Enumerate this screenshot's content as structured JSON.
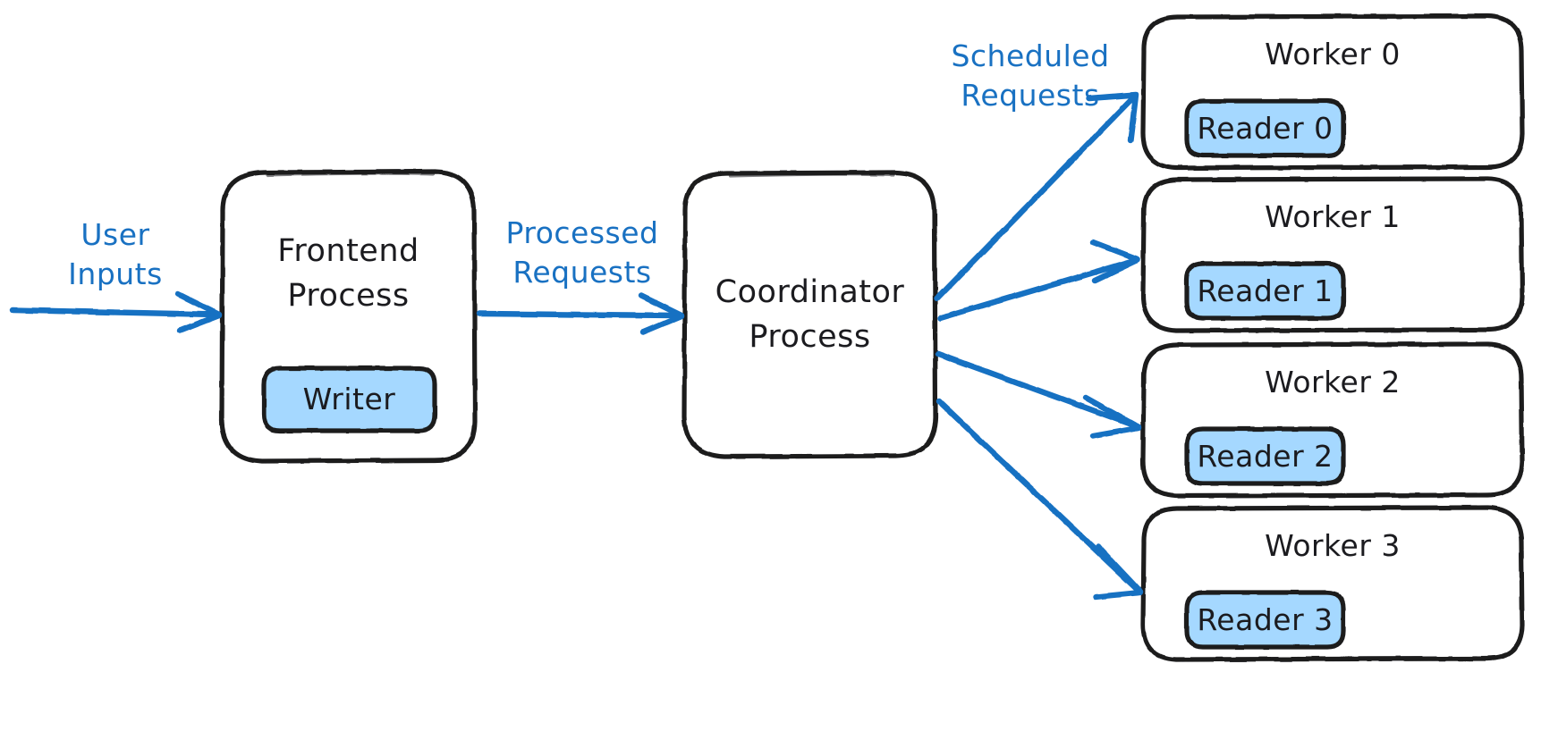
{
  "diagram": {
    "title": "Frontend / Coordinator / Worker process architecture",
    "type": "flow-diagram",
    "background_color": "#ffffff",
    "stroke_color": "#1b1b1f",
    "accent_color": "#1971c2",
    "chip_fill_color": "#a5d8ff"
  },
  "nodes": {
    "frontend": {
      "label": "Frontend\nProcess",
      "chip": {
        "label": "Writer"
      }
    },
    "coordinator": {
      "label": "Coordinator\nProcess"
    },
    "workers": [
      {
        "label": "Worker 0",
        "chip": {
          "label": "Reader 0"
        }
      },
      {
        "label": "Worker 1",
        "chip": {
          "label": "Reader 1"
        }
      },
      {
        "label": "Worker 2",
        "chip": {
          "label": "Reader 2"
        }
      },
      {
        "label": "Worker 3",
        "chip": {
          "label": "Reader 3"
        }
      }
    ]
  },
  "edges": {
    "user_inputs": {
      "label": "User\nInputs"
    },
    "processed_requests": {
      "label": "Processed\nRequests"
    },
    "scheduled_requests": {
      "label": "Scheduled\nRequests"
    }
  }
}
